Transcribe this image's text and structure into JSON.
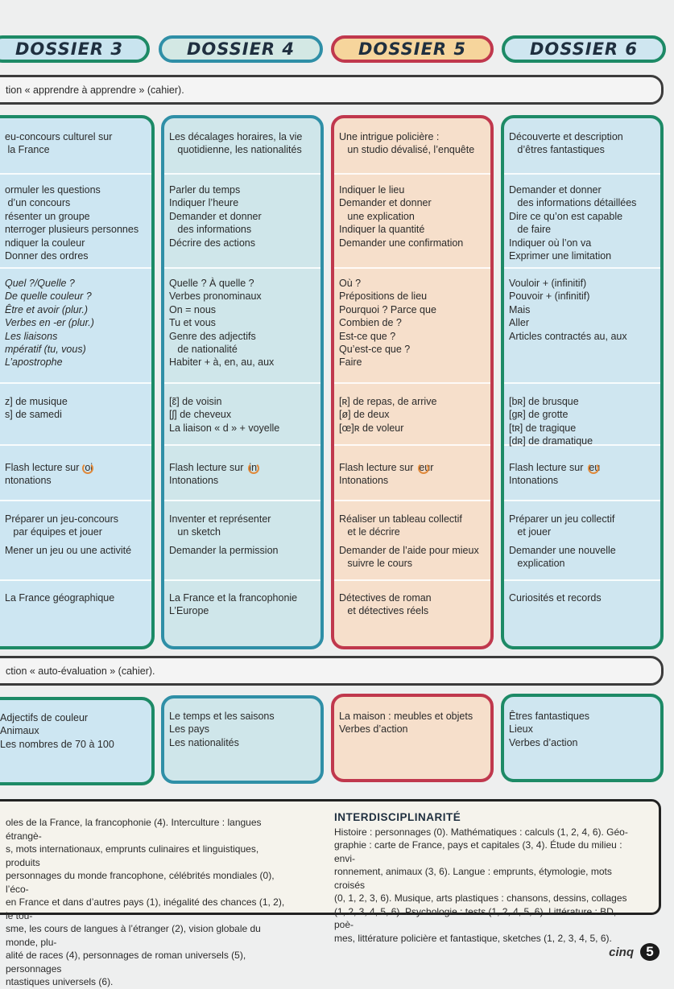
{
  "tabs": [
    "DOSSIER 3",
    "DOSSIER 4",
    "DOSSIER 5",
    "DOSSIER 6"
  ],
  "band_top": "tion « apprendre à apprendre » (cahier).",
  "band_mid": "ction « auto-évaluation » (cahier).",
  "col3": {
    "r1": "eu-concours culturel sur\n la France",
    "r2": "ormuler les questions\n d’un concours\nrésenter un groupe\nnterroger plusieurs personnes\nndiquer la couleur\nDonner des ordres",
    "r3": "Quel ?/Quelle ?\nDe quelle couleur ?\nÊtre et avoir (plur.)\nVerbes en -er (plur.)\nLes liaisons\nmpératif (tu, vous)\nL’apostrophe",
    "r4": "z] de musique\ns] de samedi",
    "r5": "Flash lecture sur  oi\nntonations",
    "r6a": "Préparer un jeu-concours\n   par équipes et jouer",
    "r6b": "Mener un jeu ou une activité",
    "r7": "La France géographique"
  },
  "col4": {
    "r1": "Les décalages horaires, la vie\n   quotidienne, les nationalités",
    "r2": "Parler du temps\nIndiquer l’heure\nDemander et donner\n   des informations\nDécrire des actions",
    "r3": "Quelle ? À quelle ?\nVerbes pronominaux\nOn = nous\nTu et vous\nGenre des adjectifs\n   de nationalité\nHabiter + à, en, au, aux",
    "r4": "[ɛ̃] de voisin\n[ʃ] de cheveux\nLa liaison « d » + voyelle",
    "r5": "Flash lecture sur  in\nIntonations",
    "r6a": "Inventer et représenter\n   un sketch",
    "r6b": "Demander la permission",
    "r7": "La France et la francophonie\nL’Europe"
  },
  "col5": {
    "r1": "Une intrigue policière :\n   un studio dévalisé, l’enquête",
    "r2": "Indiquer le lieu\nDemander et donner\n   une explication\nIndiquer la quantité\nDemander une confirmation",
    "r3": "Où ?\nPrépositions de lieu\nPourquoi ? Parce que\nCombien de ?\nEst-ce que ?\nQu’est-ce que ?\nFaire",
    "r4": "[ʀ] de repas, de arrive\n[ø] de deux\n[œ]ʀ de voleur",
    "r5": "Flash lecture sur  eur\nIntonations",
    "r6a": "Réaliser un tableau collectif\n   et le décrire",
    "r6b": "Demander de l’aide pour mieux\n   suivre le cours",
    "r7": "Détectives de roman\n   et détectives réels"
  },
  "col6": {
    "r1": "Découverte et description\n   d’êtres fantastiques",
    "r2": "Demander et donner\n   des informations détaillées\nDire ce qu’on est capable\n   de faire\nIndiquer où l’on va\nExprimer une limitation",
    "r3": "Vouloir + (infinitif)\nPouvoir + (infinitif)\nMais\nAller\nArticles contractés au, aux",
    "r4": "[bʀ] de brusque\n[gʀ] de grotte\n[tʀ] de tragique\n[dʀ] de dramatique",
    "r5": "Flash lecture sur  eu\nIntonations",
    "r6a": "Préparer un jeu collectif\n   et jouer",
    "r6b": "Demander une nouvelle\n   explication",
    "r7": "Curiosités et records"
  },
  "vocab": {
    "c3": "Adjectifs de couleur\nAnimaux\nLes nombres de 70 à 100",
    "c4": "Le temps et les saisons\nLes pays\nLes nationalités",
    "c5": "La maison : meubles et objets\nVerbes d’action",
    "c6": "Êtres fantastiques\nLieux\nVerbes d’action"
  },
  "interculture": {
    "lines": [
      "oles de la France, la francophonie (4). Interculture : langues étrangè-",
      "s, mots internationaux, emprunts culinaires et linguistiques, produits",
      "personnages du monde francophone, célébrités mondiales (0), l’éco-",
      "en France et dans d’autres pays (1), inégalité des chances (1, 2), le tou-",
      "sme, les cours de langues à l’étranger (2), vision globale du monde, plu-",
      "alité de races (4), personnages de roman universels (5), personnages",
      "ntastiques universels (6)."
    ]
  },
  "interdisciplinarite": {
    "title": "INTERDISCIPLINARITÉ",
    "lines": [
      "Histoire : personnages (0). Mathématiques : calculs (1, 2, 4, 6). Géo-",
      "graphie : carte de France, pays et capitales (3, 4). Étude du milieu : envi-",
      "ronnement, animaux (3, 6). Langue : emprunts, étymologie, mots croisés",
      "(0, 1, 2, 3, 6). Musique, arts plastiques : chansons, dessins, collages",
      "(1, 2, 3, 4, 5, 6). Psychologie : tests (1, 2, 4, 5, 6). Littérature : BD, poè-",
      "mes, littérature policière et fantastique, sketches (1, 2, 3, 4, 5, 6)."
    ]
  },
  "footer": {
    "word": "cinq",
    "page": "5"
  },
  "colors": {
    "green": "#1d8a66",
    "teal": "#2f8fa7",
    "red": "#c0384d",
    "orange_fill": "#f6dfcb",
    "blue_fill": "#cde6f2"
  }
}
